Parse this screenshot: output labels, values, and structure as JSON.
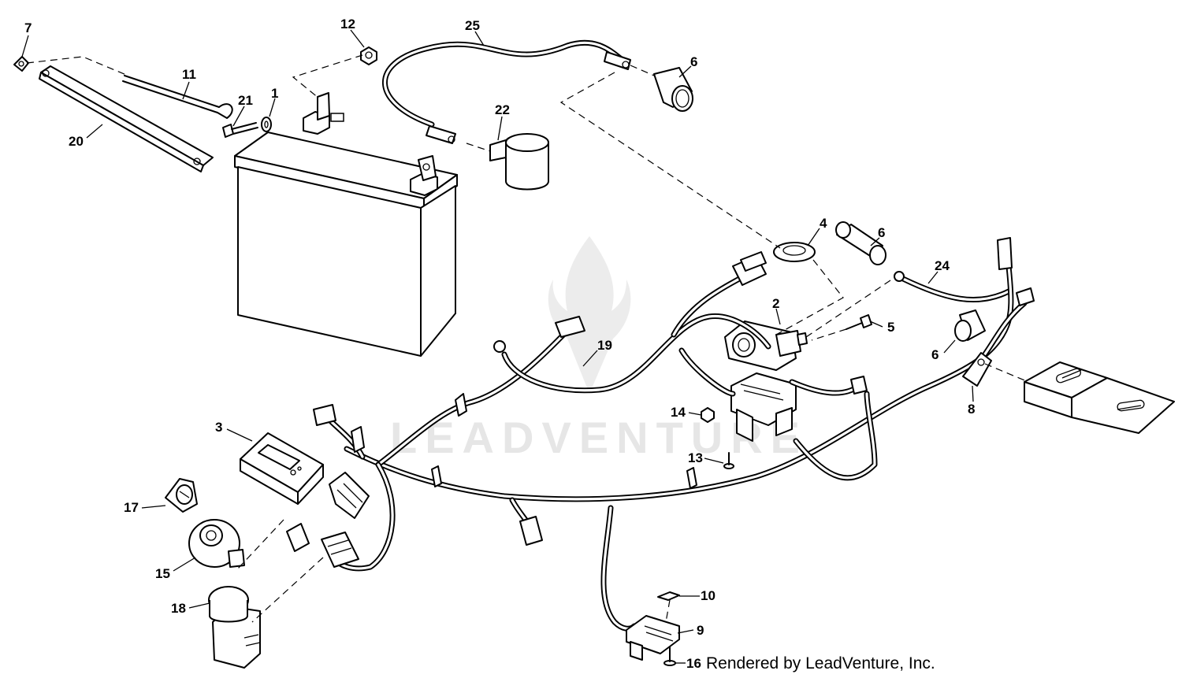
{
  "watermark": "LEADVENTURE",
  "credit": "Rendered by LeadVenture, Inc.",
  "callouts": {
    "c1": "1",
    "c2": "2",
    "c3": "3",
    "c4": "4",
    "c5": "5",
    "c6a": "6",
    "c6b": "6",
    "c6c": "6",
    "c7": "7",
    "c8": "8",
    "c9": "9",
    "c10": "10",
    "c11": "11",
    "c12": "12",
    "c13": "13",
    "c14": "14",
    "c15": "15",
    "c16": "16",
    "c17": "17",
    "c18": "18",
    "c19": "19",
    "c20": "20",
    "c21": "21",
    "c22": "22",
    "c24": "24",
    "c25": "25"
  }
}
